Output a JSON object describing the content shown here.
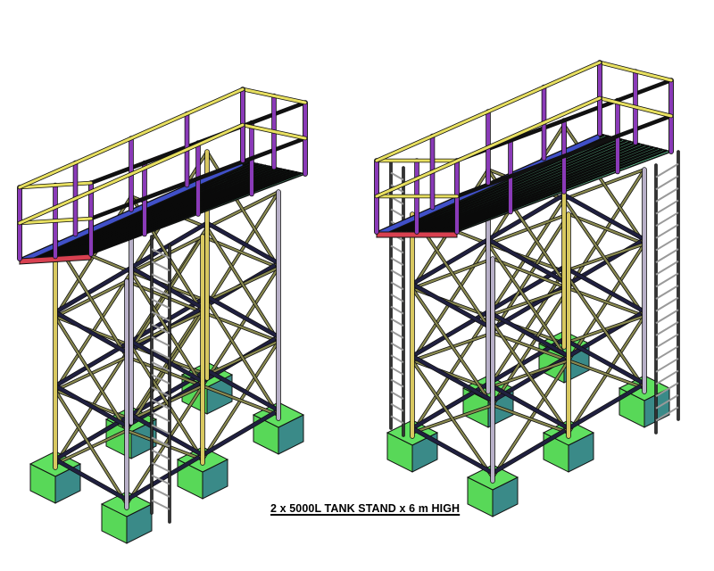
{
  "caption": "2 x 5000L TANK STAND x 6 m HIGH",
  "drawing": {
    "type": "isometric steel structure rendering",
    "views": [
      {
        "name": "left-view",
        "ladder_side": "front-center",
        "footings": 6
      },
      {
        "name": "right-view",
        "ladder_side": "left-and-right-ends",
        "footings": 6
      }
    ],
    "components": [
      "platform-deck",
      "handrails",
      "columns",
      "cross-bracing",
      "horizontal-beams",
      "access-ladder",
      "concrete-footings"
    ]
  },
  "colors": {
    "deck": "#6fe0a8",
    "deck_slats": "#0a0a0a",
    "handrail_yellow": "#e8e060",
    "post_purple": "#8a3ab8",
    "edge_red": "#d84050",
    "edge_blue": "#4050c8",
    "column": "#b8b0c8",
    "column_yellow": "#d8c860",
    "brace": "#8a8a50",
    "beam": "#202040",
    "footing_top": "#60e060",
    "footing_left": "#58d858",
    "footing_right": "#3a8a88",
    "outline": "#111111"
  }
}
